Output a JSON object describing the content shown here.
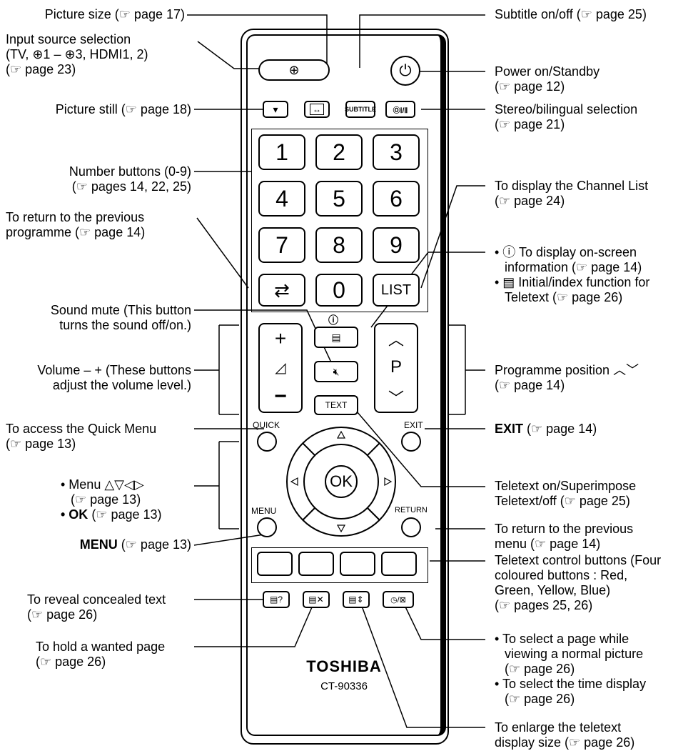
{
  "labels": {
    "picture_size": "Picture size (☞ page 17)",
    "input_source_1": "Input source selection",
    "input_source_2": "(TV, ⊕1 – ⊕3, HDMI1, 2)",
    "input_source_3": "(☞ page 23)",
    "picture_still": "Picture still (☞ page 18)",
    "number_buttons_1": "Number buttons (0-9)",
    "number_buttons_2": "(☞ pages 14, 22, 25)",
    "return_prev_prog_1": "To return to the previous",
    "return_prev_prog_2": "programme (☞ page 14)",
    "sound_mute_1": "Sound mute (This button",
    "sound_mute_2": "turns the sound off/on.)",
    "volume_1": "Volume – + (These buttons",
    "volume_2": "adjust the volume level.)",
    "quick_menu_1": "To access the Quick Menu",
    "quick_menu_2": "(☞ page 13)",
    "menu_arrows_1": "• Menu △▽◁▷",
    "menu_arrows_2": "(☞ page 13)",
    "menu_arrows_3_bold": "• OK",
    "menu_arrows_3_rest": " (☞ page 13)",
    "menu_bold": "MENU",
    "menu_rest": " (☞ page 13)",
    "reveal_1": "To reveal concealed text",
    "reveal_2": "(☞ page 26)",
    "hold_1": "To hold a wanted page",
    "hold_2": "(☞ page 26)",
    "subtitle": "Subtitle on/off (☞ page 25)",
    "power_1": "Power on/Standby",
    "power_2": "(☞ page 12)",
    "stereo_1": "Stereo/bilingual selection",
    "stereo_2": "(☞ page 21)",
    "channel_list_1": "To display the Channel List",
    "channel_list_2": "(☞ page 24)",
    "info_1": "• ⓘ To display on-screen",
    "info_2": "information (☞ page 14)",
    "info_3": "• ▤ Initial/index function for",
    "info_4": "Teletext (☞ page 26)",
    "prog_pos_1": "Programme position ︿﹀",
    "prog_pos_2": "(☞ page 14)",
    "exit_bold": "EXIT",
    "exit_rest": " (☞ page 14)",
    "teletext_1": "Teletext on/Superimpose",
    "teletext_2": "Teletext/off (☞ page 25)",
    "return_menu_1": "To return to the previous",
    "return_menu_2": "menu (☞ page 14)",
    "colour_1": "Teletext control buttons (Four",
    "colour_2": "coloured buttons : Red,",
    "colour_3": "Green, Yellow, Blue)",
    "colour_4": "(☞ pages 25, 26)",
    "select_page_1": "• To select a page while",
    "select_page_2": "viewing a normal picture",
    "select_page_3": "(☞ page 26)",
    "select_page_4": "• To select the time display",
    "select_page_5": "(☞ page 26)",
    "enlarge_1": "To enlarge the teletext",
    "enlarge_2": "display size (☞ page 26)"
  },
  "remote": {
    "brand": "TOSHIBA",
    "model": "CT-90336",
    "numbers": [
      "1",
      "2",
      "3",
      "4",
      "5",
      "6",
      "7",
      "8",
      "9",
      "0"
    ],
    "list": "LIST",
    "subtitle": "SUBTITLE",
    "stereo": "ⓄⅠ/Ⅱ",
    "text": "TEXT",
    "quick": "QUICK",
    "exit": "EXIT",
    "menu": "MENU",
    "return": "RETURN",
    "ok": "OK",
    "plus": "+",
    "minus": "−",
    "p": "P",
    "info_glyph": "ⓘ"
  }
}
